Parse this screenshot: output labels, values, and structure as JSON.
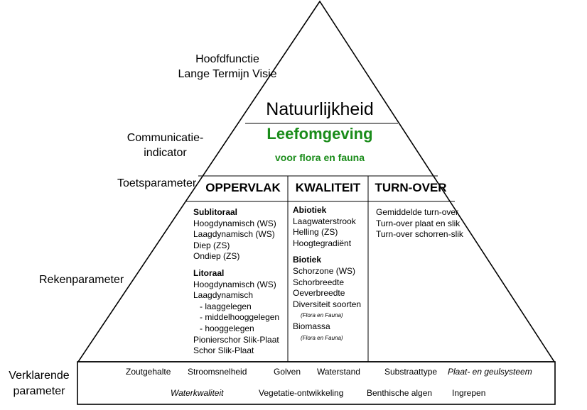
{
  "side_labels": {
    "hoofdfunctie_line1": "Hoofdfunctie",
    "hoofdfunctie_line2": "Lange Termijn Visie",
    "communicatie_line1": "Communicatie-",
    "communicatie_line2": "indicator",
    "toetsparameter": "Toetsparameter",
    "rekenparameter": "Rekenparameter",
    "verklarende_line1": "Verklarende",
    "verklarende_line2": "parameter"
  },
  "apex": {
    "title": "Natuurlijkheid",
    "subtitle_main": "Leefomgeving",
    "subtitle_sub": "voor flora en fauna",
    "accent_color": "#1a8c1a"
  },
  "columns": [
    {
      "header": "OPPERVLAK"
    },
    {
      "header": "KWALITEIT"
    },
    {
      "header": "TURN-OVER"
    }
  ],
  "oppervlak": {
    "sublitoraal": {
      "title": "Sublitoraal",
      "items": [
        "Hoogdynamisch (WS)",
        "Laagdynamisch (WS)",
        "Diep (ZS)",
        "Ondiep (ZS)"
      ]
    },
    "litoraal": {
      "title": "Litoraal",
      "items": [
        "Hoogdynamisch (WS)",
        "Laagdynamisch",
        "- laaggelegen",
        "- middelhooggelegen",
        "- hooggelegen",
        "Pionierschor Slik-Plaat",
        "Schor Slik-Plaat"
      ]
    }
  },
  "kwaliteit": {
    "abiotiek": {
      "title": "Abiotiek",
      "items": [
        "Laagwaterstrook",
        "Helling (ZS)",
        "Hoogtegradiënt"
      ]
    },
    "biotiek": {
      "title": "Biotiek",
      "items": [
        "Schorzone (WS)",
        "Schorbreedte",
        "Oeverbreedte",
        "Diversiteit soorten",
        "(Flora en Fauna)",
        "Biomassa",
        "(Flora en Fauna)"
      ]
    }
  },
  "turnover": {
    "items": [
      "Gemiddelde turn-over",
      "Turn-over plaat en slik",
      "Turn-over schorren-slik"
    ]
  },
  "verklarend": {
    "row1": [
      "Zoutgehalte",
      "Stroomsnelheid",
      "Golven",
      "Waterstand",
      "Substraattype",
      "Plaat- en geulsysteem"
    ],
    "row2": [
      "Waterkwaliteit",
      "Vegetatie-ontwikkeling",
      "Benthische algen",
      "Ingrepen"
    ]
  }
}
